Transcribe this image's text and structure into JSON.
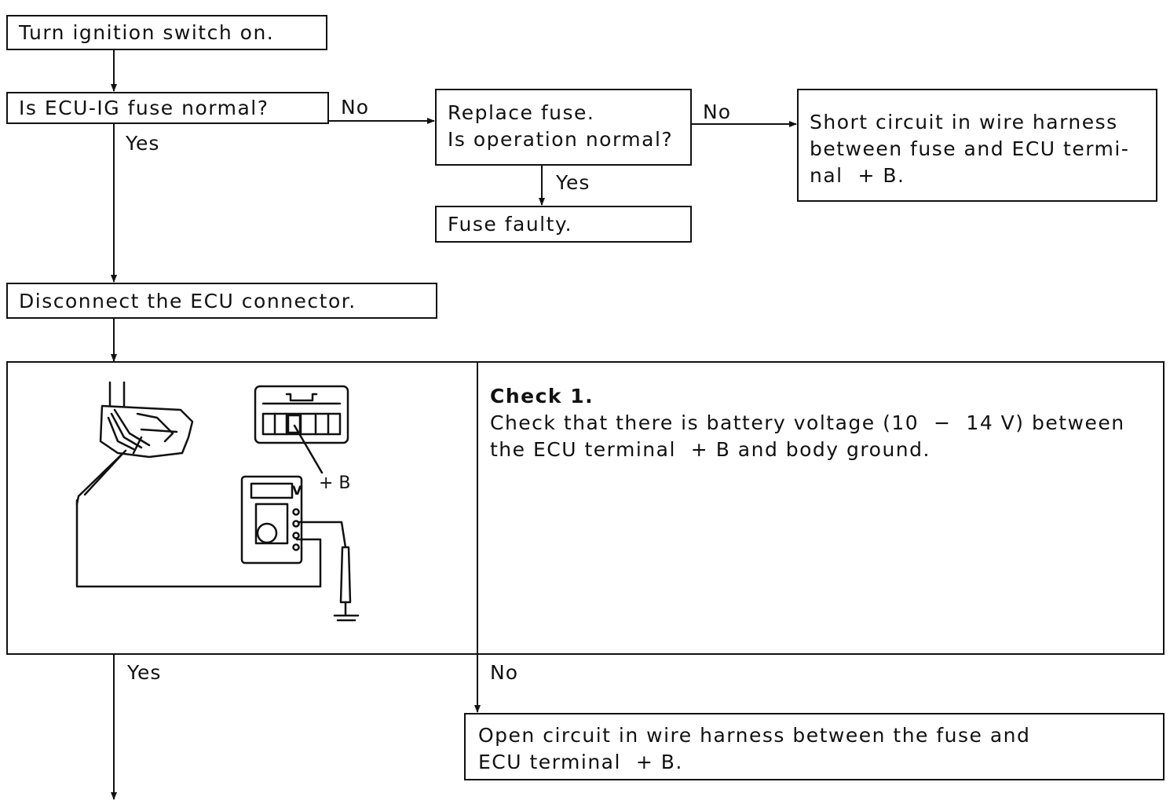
{
  "flow": {
    "step_ignition": "Turn ignition switch on.",
    "q_fuse": "Is ECU-IG fuse normal?",
    "q_fuse_no": "No",
    "q_fuse_yes": "Yes",
    "replace_fuse_line1": "Replace fuse.",
    "replace_fuse_line2": "Is operation normal?",
    "replace_no": "No",
    "replace_yes": "Yes",
    "short_line1": "Short circuit in wire harness",
    "short_line2": "between fuse and ECU termi-",
    "short_line3": "nal  + B.",
    "fuse_faulty": "Fuse faulty.",
    "disconnect": "Disconnect the ECU connector.",
    "check_title": "Check 1.",
    "check_line1": "Check that there is battery voltage (10  −  14 V) between",
    "check_line2": "the ECU terminal  + B and body ground.",
    "check_yes": "Yes",
    "check_no": "No",
    "open_line1": "Open circuit in wire harness between the fuse and",
    "open_line2": "ECU terminal  + B."
  },
  "illustration": {
    "terminal_label": "+ B",
    "meter_label": "V"
  }
}
